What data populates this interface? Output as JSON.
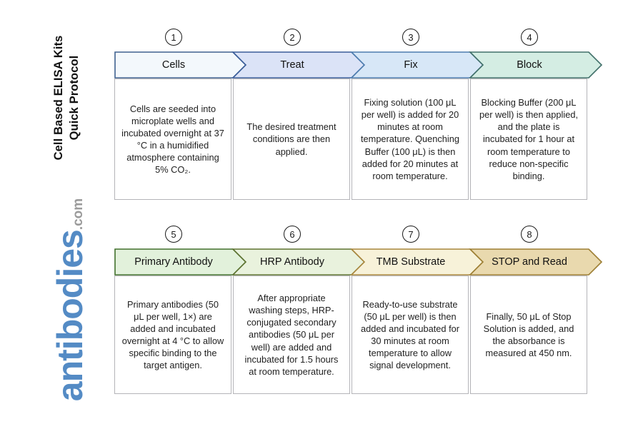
{
  "sidebar": {
    "title_line1": "Cell Based ELISA Kits",
    "title_line2": "Quick Protocol",
    "logo_text": "antibodies",
    "logo_suffix": ".com",
    "logo_color": "#548bc5",
    "logo_suffix_color": "#9b9b9b"
  },
  "steps": [
    {
      "number": "1",
      "label": "Cells",
      "description": "Cells are seeded into microplate wells and incubated overnight at 37 °C in a humidified atmosphere containing 5% CO₂.",
      "fill": "#f3f8fc",
      "border": "#3f618f"
    },
    {
      "number": "2",
      "label": "Treat",
      "description": "The desired treatment conditions are then applied.",
      "fill": "#dbe3f7",
      "border": "#3a5d99"
    },
    {
      "number": "3",
      "label": "Fix",
      "description": "Fixing solution (100 μL per well) is added for 20 minutes at room temperature. Quenching Buffer (100 μL) is then added for 20 minutes at room temperature.",
      "fill": "#d7e7f7",
      "border": "#4d7cae"
    },
    {
      "number": "4",
      "label": "Block",
      "description": "Blocking Buffer (200 μL per well) is then applied, and the plate is incubated for 1 hour at room temperature to reduce non-specific binding.",
      "fill": "#d4ede3",
      "border": "#41706a"
    },
    {
      "number": "5",
      "label": "Primary Antibody",
      "description": "Primary antibodies (50 μL per well, 1×) are added and incubated overnight at 4 °C to allow specific binding to the target antigen.",
      "fill": "#e2f1db",
      "border": "#41702c"
    },
    {
      "number": "6",
      "label": "HRP Antibody",
      "description": "After appropriate washing steps, HRP-conjugated secondary antibodies (50 μL per well) are added and incubated for 1.5 hours at room temperature.",
      "fill": "#e9f2dd",
      "border": "#5d7230"
    },
    {
      "number": "7",
      "label": "TMB Substrate",
      "description": "Ready-to-use substrate (50 μL per well) is then added and incubated for 30 minutes at room temperature to allow signal development.",
      "fill": "#f7f2d9",
      "border": "#a9863c"
    },
    {
      "number": "8",
      "label": "STOP and Read",
      "description": "Finally, 50 μL of Stop Solution is added, and the absorbance is measured at 450 nm.",
      "fill": "#e9d9ae",
      "border": "#9d7f34"
    }
  ]
}
